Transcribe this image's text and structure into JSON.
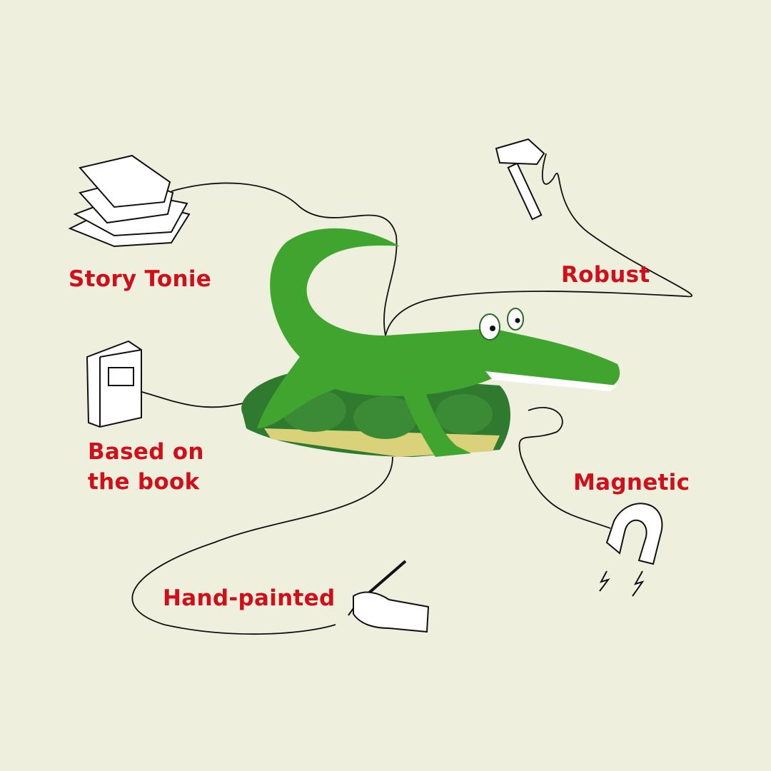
{
  "features": [
    {
      "label": "Story Tonie",
      "icon": "books-stack-icon"
    },
    {
      "label": "Robust",
      "icon": "hammer-icon"
    },
    {
      "label": "Based on the book",
      "line1": "Based on",
      "line2": "the book",
      "icon": "book-icon"
    },
    {
      "label": "Magnetic",
      "icon": "magnet-icon"
    },
    {
      "label": "Hand-painted",
      "icon": "hand-painting-icon"
    }
  ],
  "colors": {
    "background": "#eeefdc",
    "label": "#cf0f1a",
    "figure_green": "#3fa52f",
    "leaf_green": "#2f7a2e"
  }
}
